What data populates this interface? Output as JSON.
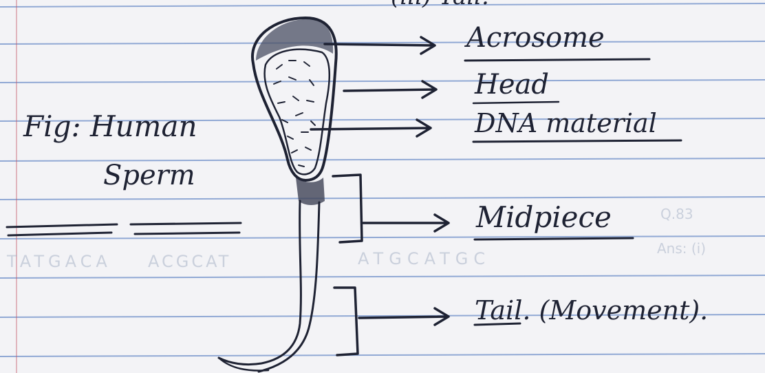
{
  "figure_caption": {
    "line1": "Fig: Human",
    "line2": "Sperm"
  },
  "top_fragment": "(iii) Tail.",
  "labels": {
    "acrosome": "Acrosome",
    "head": "Head",
    "dna": "DNA material",
    "midpiece": "Midpiece",
    "tail": "Tail. (Movement)."
  },
  "bleed_through": {
    "q_number": "Q.83",
    "left_strand": "TATGACA",
    "right_strand": "ACGCAT",
    "mid_strand": "ATGCATGC",
    "ans_fragment": "Ans: (i)"
  },
  "colors": {
    "ink": "#1e2233",
    "rule_line": "#7f9ccf",
    "margin_line": "#c45a6a",
    "paper": "#f3f3f6"
  }
}
